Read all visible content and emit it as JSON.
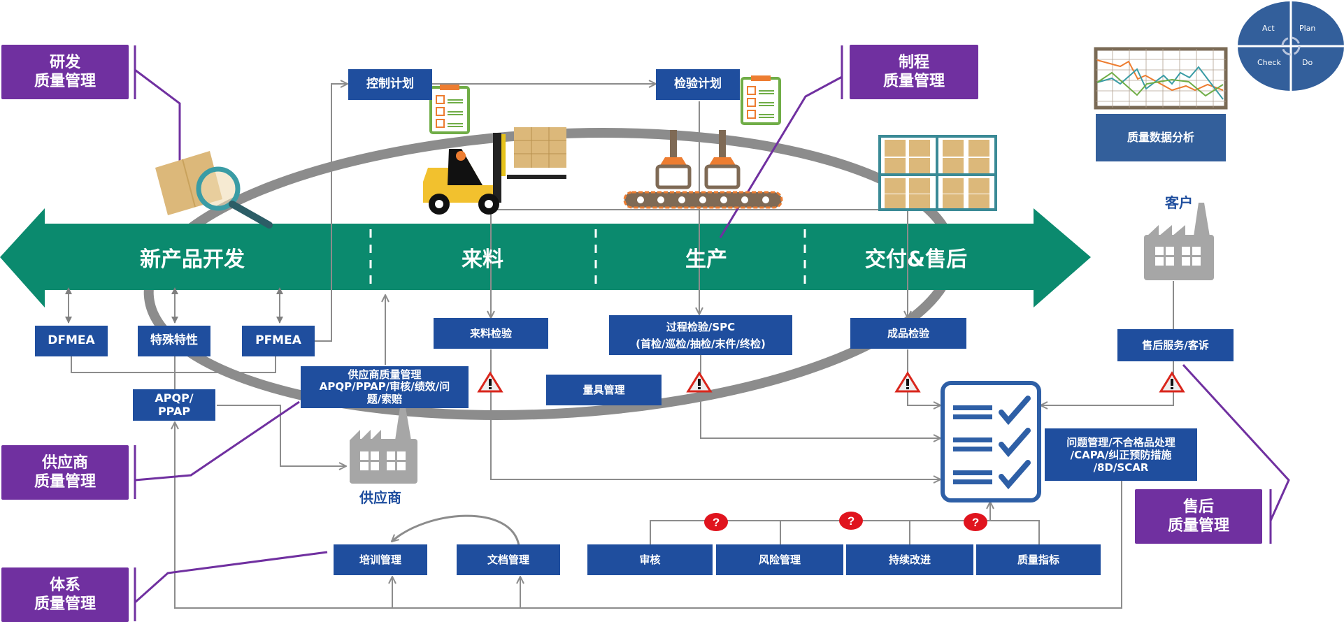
{
  "colors": {
    "box_blue": "#1f4e9e",
    "purple": "#7030a0",
    "green_arrow": "#0b8a6e",
    "grey_line": "#8c8c8c",
    "factory_grey": "#a6a6a6",
    "warning_red": "#d9261c",
    "question_red": "#e0141e"
  },
  "stages": [
    "新产品开发",
    "来料",
    "生产",
    "交付&售后"
  ],
  "category_labels": {
    "rd": [
      "研发",
      "质量管理"
    ],
    "process": [
      "制程",
      "质量管理"
    ],
    "supplier": [
      "供应商",
      "质量管理"
    ],
    "system": [
      "体系",
      "质量管理"
    ],
    "aftersales": [
      "售后",
      "质量管理"
    ]
  },
  "plans": {
    "control_plan": "控制计划",
    "inspection_plan": "检验计划"
  },
  "design_tools": {
    "dfmea": "DFMEA",
    "special_char": "特殊特性",
    "pfmea": "PFMEA",
    "apqp": [
      "APQP/",
      "PPAP"
    ]
  },
  "supplier_qm": [
    "供应商质量管理",
    "APQP/PPAP/审核/绩效/问",
    "题/索赔"
  ],
  "inspections": {
    "incoming": "来料检验",
    "process": [
      "过程检验/SPC",
      "(首检/巡检/抽检/末件/终检)"
    ],
    "final": "成品检验",
    "gauge": "量具管理",
    "aftersales": "售后服务/客诉"
  },
  "issue_mgmt": [
    "问题管理/不合格品处理",
    "/CAPA/纠正预防措施",
    "/8D/SCAR"
  ],
  "entities": {
    "supplier": "供应商",
    "customer": "客户"
  },
  "analysis": {
    "label": "质量数据分析"
  },
  "pdca": {
    "act": "Act",
    "plan": "Plan",
    "check": "Check",
    "do": "Do"
  },
  "system_boxes": [
    "培训管理",
    "文档管理",
    "审核",
    "风险管理",
    "持续改进",
    "质量指标"
  ]
}
